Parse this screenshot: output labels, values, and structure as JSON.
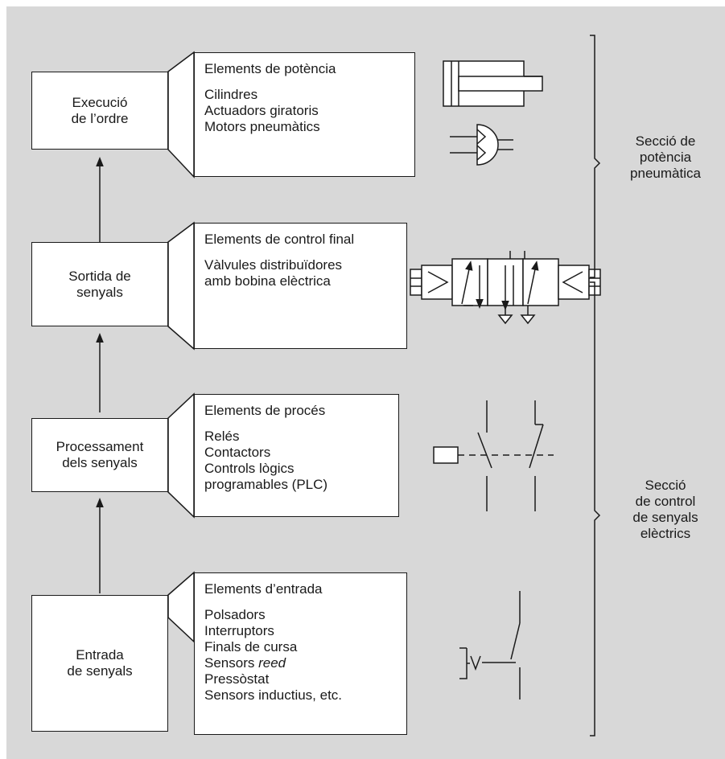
{
  "stages": [
    {
      "id": "execution",
      "lines": [
        "Execució",
        "de l’ordre"
      ]
    },
    {
      "id": "signal-output",
      "lines": [
        "Sortida de",
        "senyals"
      ]
    },
    {
      "id": "signal-processing",
      "lines": [
        "Processament",
        "dels senyals"
      ]
    },
    {
      "id": "signal-input",
      "lines": [
        "Entrada",
        "de senyals"
      ]
    }
  ],
  "element_groups": [
    {
      "id": "power",
      "title": "Elements de potència",
      "items": [
        "Cilindres",
        "Actuadors giratoris",
        "Motors pneumàtics"
      ]
    },
    {
      "id": "final-control",
      "title": "Elements de control final",
      "items": [
        "Vàlvules distribuïdores",
        "amb bobina elèctrica"
      ]
    },
    {
      "id": "process",
      "title": "Elements de procés",
      "items": [
        "Relés",
        "Contactors",
        "Controls lògics",
        "programables (PLC)"
      ]
    },
    {
      "id": "input",
      "title": "Elements d’entrada",
      "items": [
        "Polsadors",
        "Interruptors",
        "Finals de cursa",
        "Sensors ",
        "Pressòstat",
        "Sensors inductius, etc."
      ],
      "italic_suffix": "reed"
    }
  ],
  "sections": {
    "pneumatic_power": [
      "Secció de",
      "potència",
      "pneumàtica"
    ],
    "electrical_control": [
      "Secció",
      "de control",
      "de senyals",
      "elèctrics"
    ]
  },
  "symbols": [
    "pneumatic-cylinder-icon",
    "pneumatic-motor-icon",
    "solenoid-valve-icon",
    "relay-contacts-icon",
    "push-button-icon"
  ]
}
